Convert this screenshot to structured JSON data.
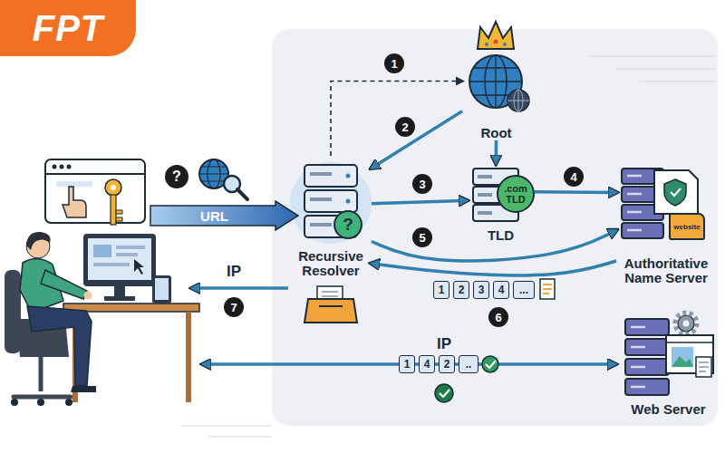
{
  "diagram": {
    "nodes": [
      {
        "text": [
          "FPT"
        ]
      },
      {
        "text": [
          "Root"
        ]
      },
      {
        "text": [
          "?"
        ]
      },
      {
        "text": [
          "URL"
        ]
      },
      {
        "text": [
          "Recursive Resolver"
        ]
      },
      {
        "text": [
          "?"
        ],
        "in": 4
      },
      {
        "text": [
          "TLD"
        ]
      },
      {
        "text": [
          ".com TLD"
        ],
        "in": 6
      },
      {
        "text": [
          "Authoritative Name Server"
        ]
      },
      {
        "text": [
          "website"
        ],
        "in": 8
      },
      {
        "text": [
          "1"
        ]
      },
      {
        "text": [
          "2"
        ]
      },
      {
        "text": [
          "3"
        ]
      },
      {
        "text": [
          "4"
        ]
      },
      {
        "text": [
          "..."
        ]
      },
      {
        "text": [
          "1"
        ]
      },
      {
        "text": [
          "4"
        ]
      },
      {
        "text": [
          "2"
        ]
      },
      {
        "text": [
          ".."
        ]
      },
      {
        "text": [
          "Web Server"
        ]
      }
    ],
    "edges": [
      {
        "from": 4,
        "to": 1,
        "arrow": "to"
      },
      {
        "from": 1,
        "to": 4,
        "arrow": "to"
      },
      {
        "from": 1,
        "to": 6,
        "arrow": "to"
      },
      {
        "from": 4,
        "to": 6,
        "arrow": "to"
      },
      {
        "from": 6,
        "to": 8,
        "arrow": "to"
      },
      {
        "from": 4,
        "to": 8,
        "arrow": "to"
      },
      {
        "from": 8,
        "to": 4,
        "arrow": "to"
      }
    ],
    "labels": [
      "1",
      "2",
      "3",
      "4",
      "5",
      "IP",
      "6",
      "7",
      "IP"
    ]
  }
}
